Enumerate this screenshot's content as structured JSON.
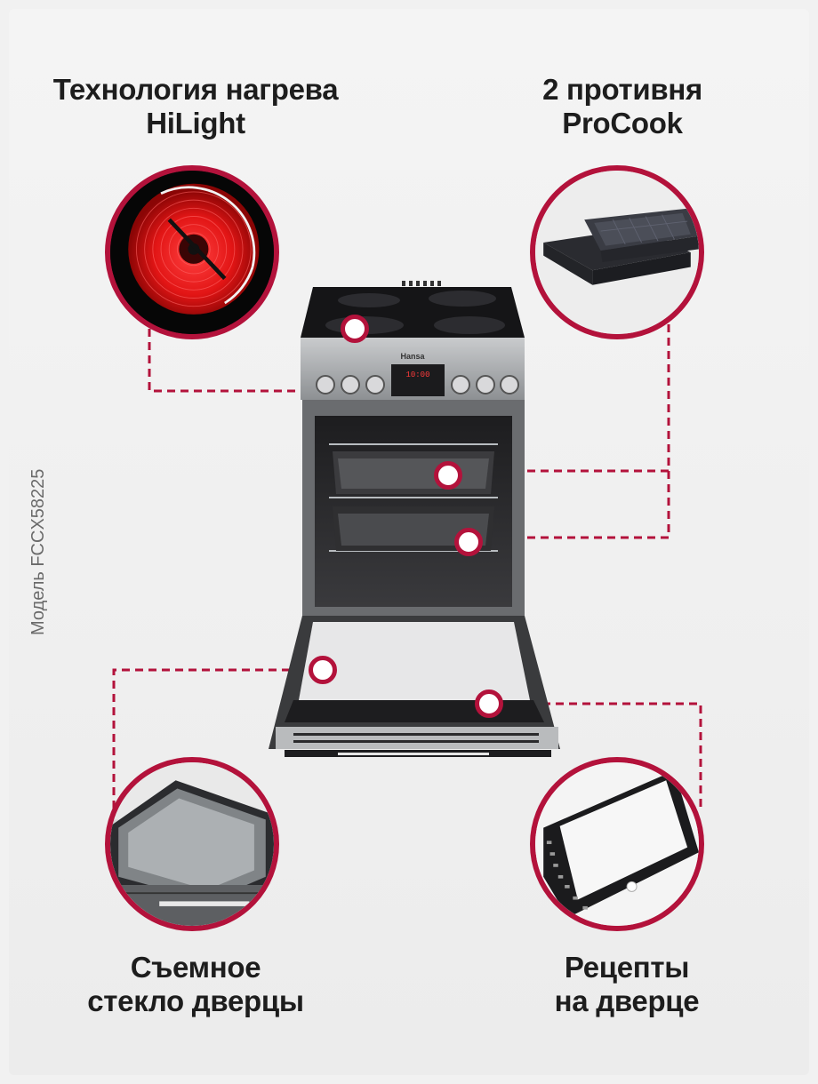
{
  "features": {
    "hilight": {
      "line1": "Технология нагрева",
      "line2": "HiLight",
      "icon": "ceramic-hob-heating-zone"
    },
    "procook": {
      "line1": "2 противня",
      "line2": "ProCook",
      "icon": "baking-trays"
    },
    "glass": {
      "line1": "Съемное",
      "line2": "стекло дверцы",
      "icon": "removable-door-glass"
    },
    "recipes": {
      "line1": "Рецепты",
      "line2": "на дверце",
      "icon": "door-recipe-panel"
    }
  },
  "model_label": "Модель FCCX58225",
  "product": {
    "brand": "Hansa",
    "display": "10:00"
  },
  "colors": {
    "accent": "#b3123b",
    "text": "#1d1d1d",
    "background": "#efefef"
  }
}
